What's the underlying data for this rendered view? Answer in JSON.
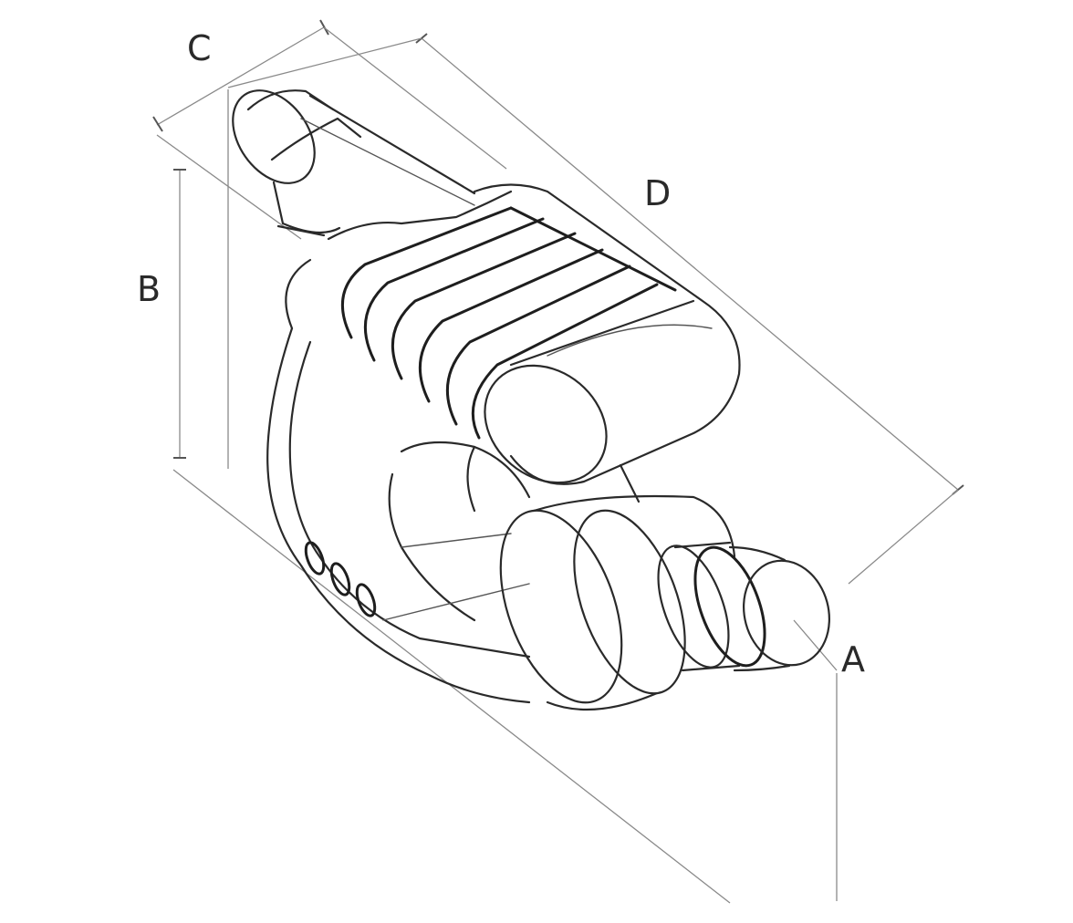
{
  "labels": {
    "a": "A",
    "b": "B",
    "c": "C",
    "d": "D"
  },
  "colors": {
    "stroke": "#2a2a2a",
    "dimension": "#8a8a8a",
    "background": "#ffffff"
  }
}
